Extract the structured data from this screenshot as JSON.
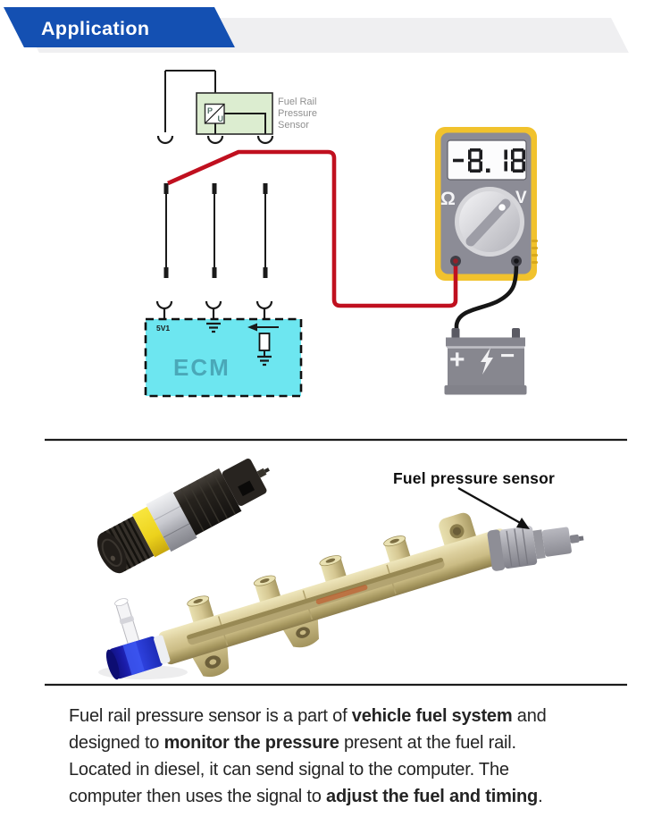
{
  "header": {
    "title": "Application",
    "banner_color": "#1450b2",
    "shadow_color": "#efeff1"
  },
  "circuit_diagram": {
    "sensor": {
      "label_lines": [
        "Fuel Rail",
        "Pressure",
        "Sensor"
      ],
      "symbol_p": "P",
      "symbol_u": "U",
      "box_fill": "#dcedd0"
    },
    "ecm": {
      "label": "ECM",
      "pin_label": "5V1",
      "fill": "#6de6f0",
      "label_color": "#4aa8b8"
    },
    "multimeter": {
      "display_value": "-8.18",
      "omega_label": "Ω",
      "volt_label": "V",
      "body_color": "#f1c22d",
      "panel_color": "#8c8c96"
    },
    "battery": {
      "plus_label": "+",
      "minus_label": "−",
      "bolt_icon": "lightning",
      "body_color": "#87878f"
    },
    "wire_colors": {
      "probe_red": "#c0101f",
      "probe_black": "#161616",
      "schematic": "#1a1a1a"
    }
  },
  "photo": {
    "caption": "Fuel pressure sensor",
    "rail_color": "#d5c792",
    "sensor_color": "#9a9aa0",
    "inlet_color": "#2336d6"
  },
  "paragraph": {
    "lines": [
      [
        {
          "text": "Fuel rail pressure sensor is a part of ",
          "bold": false
        },
        {
          "text": "vehicle fuel system",
          "bold": true
        },
        {
          "text": " and",
          "bold": false
        }
      ],
      [
        {
          "text": "designed to ",
          "bold": false
        },
        {
          "text": "monitor the pressure",
          "bold": true
        },
        {
          "text": " present at the fuel rail.",
          "bold": false
        }
      ],
      [
        {
          "text": "Located in diesel, it can send signal to the computer. The",
          "bold": false
        }
      ],
      [
        {
          "text": "computer then uses the signal to ",
          "bold": false
        },
        {
          "text": "adjust the fuel and timing",
          "bold": true
        },
        {
          "text": ".",
          "bold": false
        }
      ]
    ]
  }
}
